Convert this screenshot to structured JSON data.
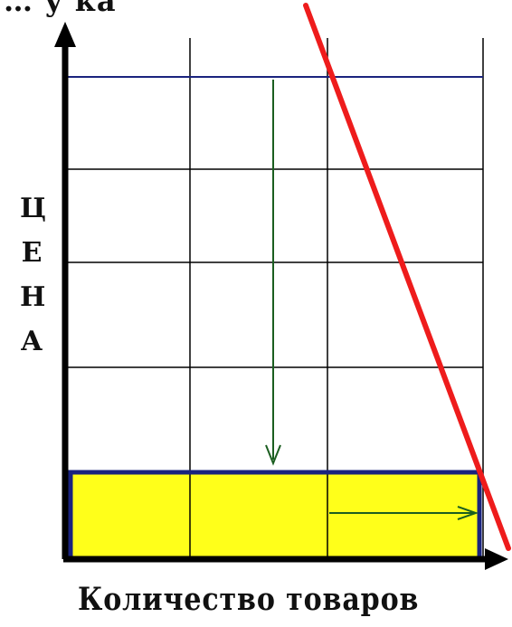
{
  "top_fragment": "… у ка",
  "y_axis_label_letters": [
    "Ц",
    "Е",
    "Н",
    "А"
  ],
  "x_axis_label": "Количество товаров",
  "colors": {
    "grid": "#000000",
    "price_line": "#1a237e",
    "demand_line": "#ee1c1c",
    "revenue_fill": "#ffff1a",
    "arrow": "#1b5e20",
    "axis": "#000000"
  }
}
